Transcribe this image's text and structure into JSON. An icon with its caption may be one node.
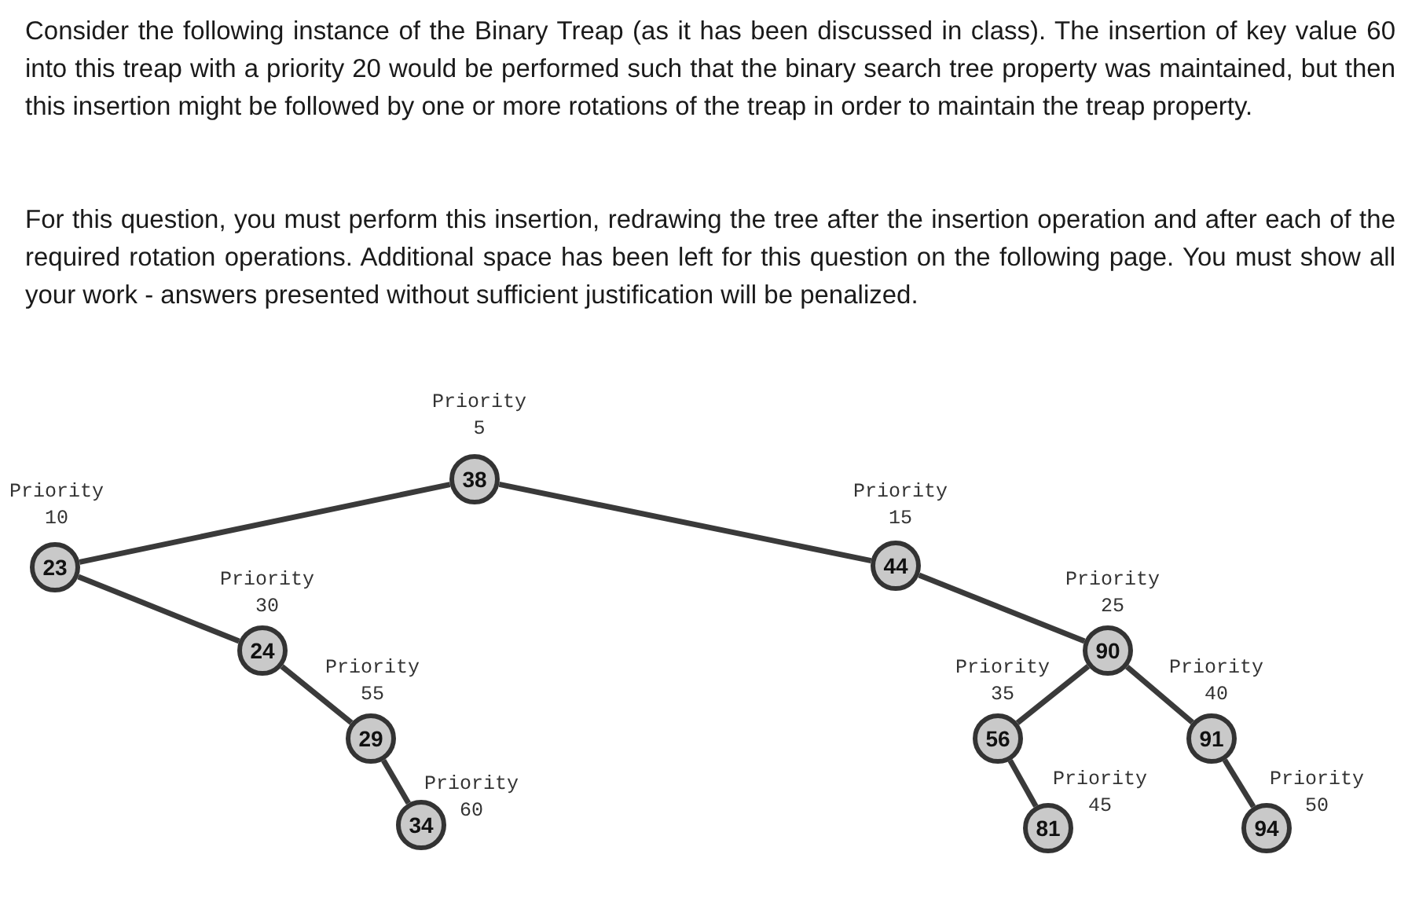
{
  "diagram": {
    "nodes": [
      {
        "text": [
          "38"
        ],
        "beside": [
          "Priority 5"
        ]
      },
      {
        "text": [
          "23"
        ],
        "beside": [
          "Priority 10"
        ]
      },
      {
        "text": [
          "44"
        ],
        "beside": [
          "Priority 15"
        ]
      },
      {
        "text": [
          "24"
        ],
        "beside": [
          "Priority 30"
        ]
      },
      {
        "text": [
          "90"
        ],
        "beside": [
          "Priority 25"
        ]
      },
      {
        "text": [
          "29"
        ],
        "beside": [
          "Priority 55"
        ]
      },
      {
        "text": [
          "56"
        ],
        "beside": [
          "Priority 35"
        ]
      },
      {
        "text": [
          "91"
        ],
        "beside": [
          "Priority 40"
        ]
      },
      {
        "text": [
          "34"
        ],
        "beside": [
          "Priority 60"
        ]
      },
      {
        "text": [
          "81"
        ],
        "beside": [
          "Priority 45"
        ]
      },
      {
        "text": [
          "94"
        ],
        "beside": [
          "Priority 50"
        ]
      }
    ],
    "edges": [
      {
        "from": 0,
        "to": 1,
        "arrow": "none"
      },
      {
        "from": 0,
        "to": 2,
        "arrow": "none"
      },
      {
        "from": 1,
        "to": 3,
        "arrow": "none"
      },
      {
        "from": 3,
        "to": 5,
        "arrow": "none"
      },
      {
        "from": 5,
        "to": 8,
        "arrow": "none"
      },
      {
        "from": 2,
        "to": 4,
        "arrow": "none"
      },
      {
        "from": 4,
        "to": 6,
        "arrow": "none"
      },
      {
        "from": 4,
        "to": 7,
        "arrow": "none"
      },
      {
        "from": 6,
        "to": 9,
        "arrow": "none"
      },
      {
        "from": 7,
        "to": 10,
        "arrow": "none"
      }
    ],
    "labels": [
      "Consider the following instance of the Binary Treap (as it has been discussed in class). The insertion of key value 60 into this treap with a priority 20 would be performed such that the binary search tree property was maintained, but then this insertion might be followed by one or more rotations of the treap in order to maintain the treap property.",
      "For this question, you must perform this insertion, redrawing the tree after the insertion operation and after each of the required rotation operations. Additional space has been left for this question on the following page. You must show all your work - answers presented without sufficient justification will be penalized."
    ]
  }
}
